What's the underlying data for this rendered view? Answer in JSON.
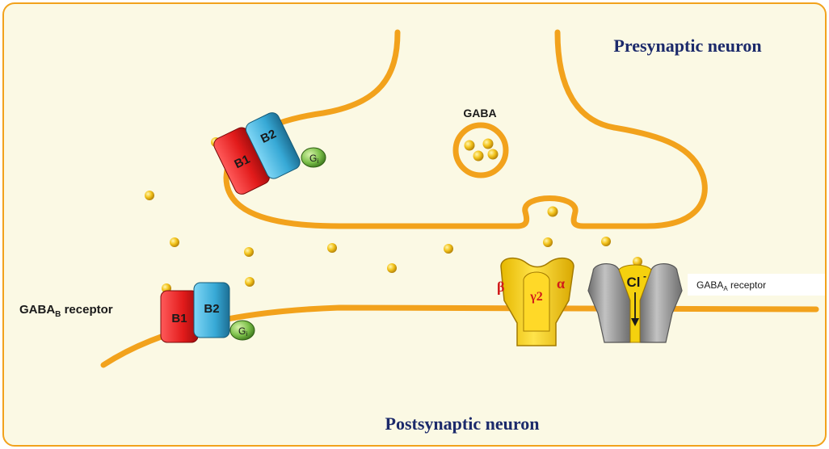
{
  "labels": {
    "presynaptic": "Presynaptic neuron",
    "postsynaptic": "Postsynaptic neuron",
    "gaba": "GABA",
    "gabab_main": "GABA",
    "gabab_sub": "B",
    "gabab_tail": " receptor",
    "gabaa_main": "GABA",
    "gabaa_sub": "A",
    "gabaa_tail": " receptor",
    "cl_ion": "Cl"
  },
  "receptor_b": {
    "sub1": "B1",
    "sub2": "B2",
    "g_main": "G",
    "g_sub": "i"
  },
  "receptor_a": {
    "beta": "β",
    "gamma": "γ2",
    "alpha": "α"
  },
  "colors": {
    "background": "#fbf9e4",
    "membrane": "#f2a21c",
    "gaba_molecule": "#f3c31b",
    "b1": "#e21b1b",
    "b2": "#37a9d6",
    "g_protein": "#7cc04a",
    "gabaa_channel": "#f5d10e",
    "chloride_channel": "#9e9e9e",
    "title_text": "#1c2a6b"
  }
}
